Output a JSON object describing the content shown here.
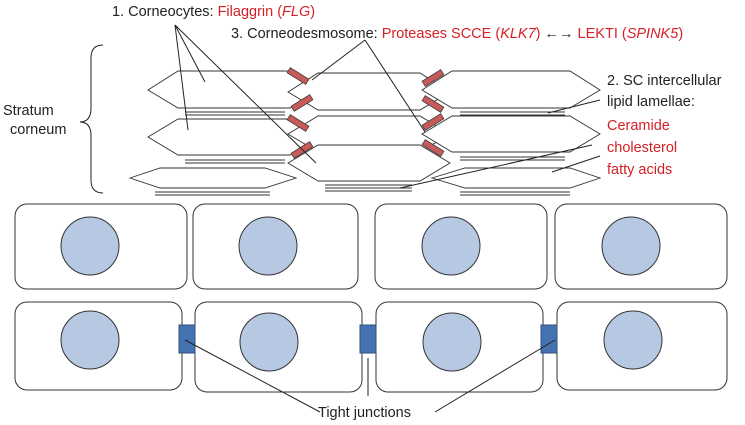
{
  "labels": {
    "stratum_line1": "Stratum",
    "stratum_line2": "corneum",
    "corneocytes_prefix": "1. Corneocytes: ",
    "corneocytes_red": "Filaggrin (",
    "corneocytes_gene": "FLG",
    "corneocytes_close": ")",
    "desmo_prefix": "3. Corneodesmosome: ",
    "desmo_red1": "Proteases SCCE (",
    "desmo_gene1": "KLK7",
    "desmo_red2": ") ",
    "desmo_arrow": "←→",
    "desmo_red3": " LEKTI (",
    "desmo_gene2": "SPINK5",
    "desmo_red4": ")",
    "lipid_line1": "2. SC intercellular",
    "lipid_line2": "lipid lamellae:",
    "lipid_line3": "Ceramide",
    "lipid_line4": "cholesterol",
    "lipid_line5": "fatty acids",
    "tight_junctions": "Tight junctions"
  },
  "colors": {
    "red_text": "#d61f26",
    "nucleus": "#b7c9e2",
    "tight_junction": "#4673b0",
    "desmosome": "#c85a5a"
  }
}
